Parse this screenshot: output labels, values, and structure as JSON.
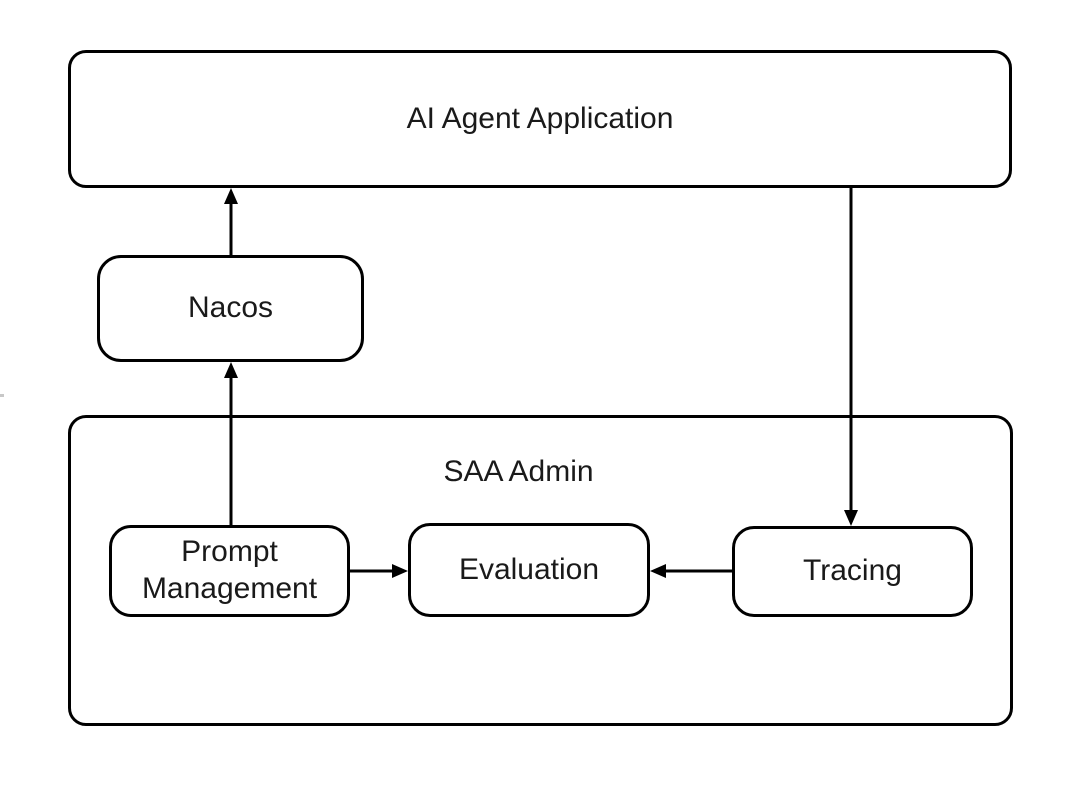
{
  "diagram": {
    "colors": {
      "background": "#ffffff",
      "line": "#000000",
      "text": "#1a1a1a"
    },
    "nodes": {
      "ai_agent": {
        "label": "AI Agent Application"
      },
      "nacos": {
        "label": "Nacos"
      },
      "saa_admin": {
        "label": "SAA Admin"
      },
      "prompt_management": {
        "label": "Prompt Management"
      },
      "evaluation": {
        "label": "Evaluation"
      },
      "tracing": {
        "label": "Tracing"
      }
    },
    "edges": [
      {
        "from": "Nacos",
        "to": "AI Agent Application",
        "arrow_points": "up"
      },
      {
        "from": "Prompt Management",
        "to": "Nacos",
        "arrow_points": "up"
      },
      {
        "from": "Prompt Management",
        "to": "Evaluation",
        "arrow_points": "right"
      },
      {
        "from": "Tracing",
        "to": "Evaluation",
        "arrow_points": "left"
      },
      {
        "from": "AI Agent Application",
        "to": "Tracing",
        "arrow_points": "down"
      }
    ]
  }
}
